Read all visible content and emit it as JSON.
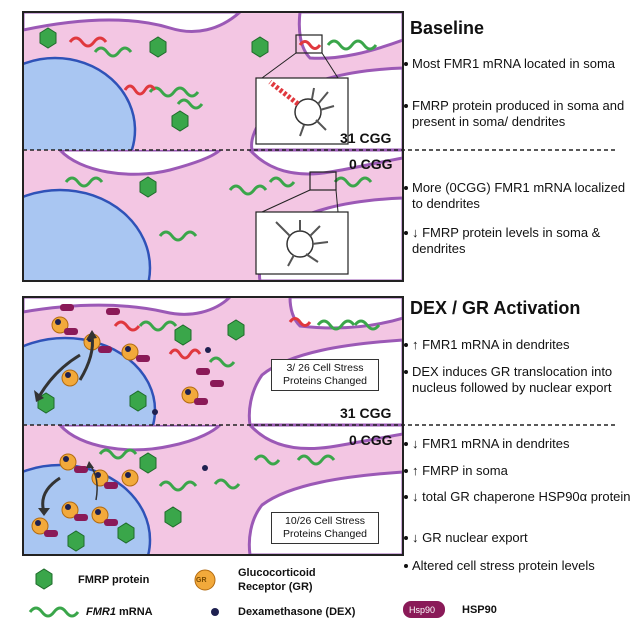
{
  "baseline": {
    "title": "Baseline",
    "bullets": [
      "Most FMR1 mRNA located in soma",
      "FMRP protein produced in soma and present in soma/ dendrites",
      "More (0CGG) FMR1 mRNA localized to dendrites",
      "↓ FMRP protein levels in soma & dendrites"
    ],
    "label_31": "31 CGG",
    "label_0": "0 CGG"
  },
  "dex": {
    "title": "DEX / GR Activation",
    "bullets": [
      "↑ FMR1 mRNA in dendrites",
      "DEX induces GR translocation into nucleus followed by nuclear export",
      "↓ FMR1 mRNA in dendrites",
      "↑ FMRP in soma",
      "↓ total GR chaperone HSP90α protein",
      "↓ GR nuclear export",
      "Altered cell stress protein levels"
    ],
    "label_31": "31 CGG",
    "label_0": "0 CGG",
    "stress_31": "3/ 26 Cell Stress Proteins Changed",
    "stress_0": "10/26 Cell Stress Proteins Changed"
  },
  "legend": {
    "fmrp": "FMRP protein",
    "gr": "Glucocorticoid Receptor (GR)",
    "gr_badge": "GR",
    "mrna_italic": "FMR1",
    "mrna_rest": " mRNA",
    "dex": "Dexamethasone (DEX)",
    "hsp90_badge": "Hsp90",
    "hsp90": "HSP90"
  },
  "colors": {
    "cytoplasm": "#f3c6e3",
    "membrane": "#9b59b6",
    "nucleus": "#a9c6f2",
    "nucleus_edge": "#2f52b8",
    "fmrp": "#3aa64a",
    "mrna_green": "#3aa64a",
    "mrna_red": "#e0383e",
    "gr": "#f2a93b",
    "dex": "#1e2050",
    "hsp90": "#8a1a58"
  }
}
